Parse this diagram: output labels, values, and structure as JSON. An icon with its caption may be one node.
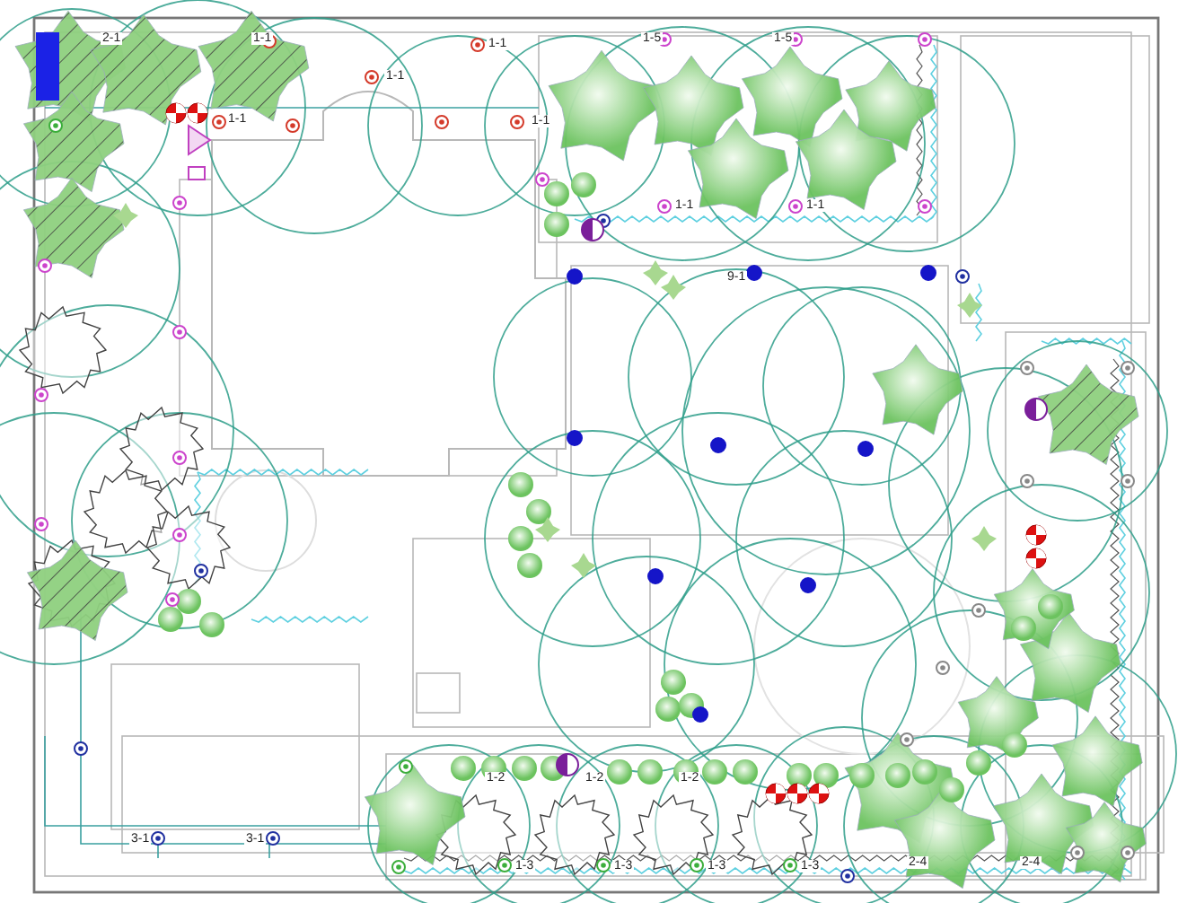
{
  "diagram": {
    "labels": [
      "2-1",
      "1-1",
      "1-1",
      "1-1",
      "1-1",
      "1-1",
      "1-5",
      "1-5",
      "1-1",
      "1-1",
      "9-1",
      "3-1",
      "3-1",
      "1-2",
      "1-2",
      "1-2",
      "1-3",
      "1-3",
      "1-3",
      "1-3",
      "2-4",
      "2-4"
    ]
  }
}
